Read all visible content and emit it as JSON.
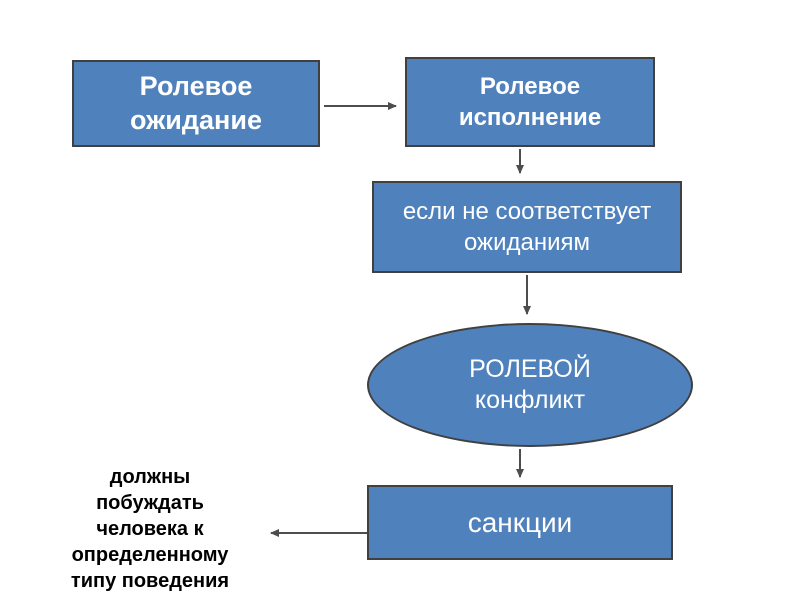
{
  "diagram": {
    "language": "ru",
    "colors": {
      "node_fill": "#4f81bd",
      "node_border": "#404040",
      "arrow": "#4d4d4d",
      "text_light": "#ffffff",
      "text_dark": "#000000",
      "background": "#ffffff"
    },
    "nodes": {
      "role_expectation": {
        "label": "Ролевое\nожидание",
        "shape": "rectangle"
      },
      "role_performance": {
        "label": "Ролевое\nисполнение",
        "shape": "rectangle"
      },
      "mismatch_condition": {
        "label": "если не соответствует\nожиданиям",
        "shape": "rectangle"
      },
      "role_conflict": {
        "label": "РОЛЕВОЙ\nконфликт",
        "shape": "ellipse"
      },
      "sanctions": {
        "label": "санкции",
        "shape": "rectangle"
      },
      "behavior_note": {
        "label": "должны\nпобуждать\nчеловека к\nопределенному\nтипу поведения",
        "shape": "text"
      }
    },
    "edges": [
      {
        "from": "role_expectation",
        "to": "role_performance"
      },
      {
        "from": "role_performance",
        "to": "mismatch_condition"
      },
      {
        "from": "mismatch_condition",
        "to": "role_conflict"
      },
      {
        "from": "role_conflict",
        "to": "sanctions"
      },
      {
        "from": "sanctions",
        "to": "behavior_note"
      }
    ]
  }
}
